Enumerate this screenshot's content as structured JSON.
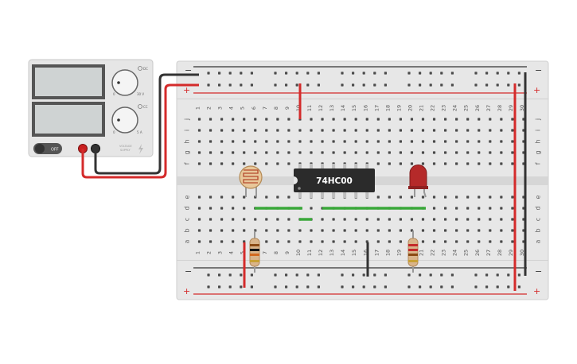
{
  "power_supply": {
    "switch_label": "OFF",
    "voltage_knob_label": "DC",
    "voltage_max": "30 V",
    "voltage_min": "0",
    "current_knob_label": "CC",
    "current_max": "5 A",
    "current_min": "0",
    "brand_line1": "VOLTAGE",
    "brand_line2": "SUPPLY"
  },
  "breadboard": {
    "column_numbers": [
      "1",
      "2",
      "3",
      "4",
      "5",
      "6",
      "7",
      "8",
      "9",
      "10",
      "11",
      "12",
      "13",
      "14",
      "15",
      "16",
      "17",
      "18",
      "19",
      "20",
      "21",
      "22",
      "23",
      "24",
      "25",
      "26",
      "27",
      "28",
      "29",
      "30"
    ],
    "top_row_letters": [
      "j",
      "i",
      "h",
      "g",
      "f"
    ],
    "bottom_row_letters": [
      "e",
      "d",
      "c",
      "b",
      "a"
    ],
    "rail_minus": "−",
    "rail_plus": "+"
  },
  "chip": {
    "label": "74HC00"
  },
  "colors": {
    "wire_red": "#d42b2b",
    "wire_black": "#333333",
    "wire_green": "#3aa83a",
    "board": "#e7e7e7",
    "led": "#b52a2a"
  },
  "icons": [
    "lightning-icon",
    "photoresistor",
    "led",
    "resistor",
    "ic-chip"
  ]
}
